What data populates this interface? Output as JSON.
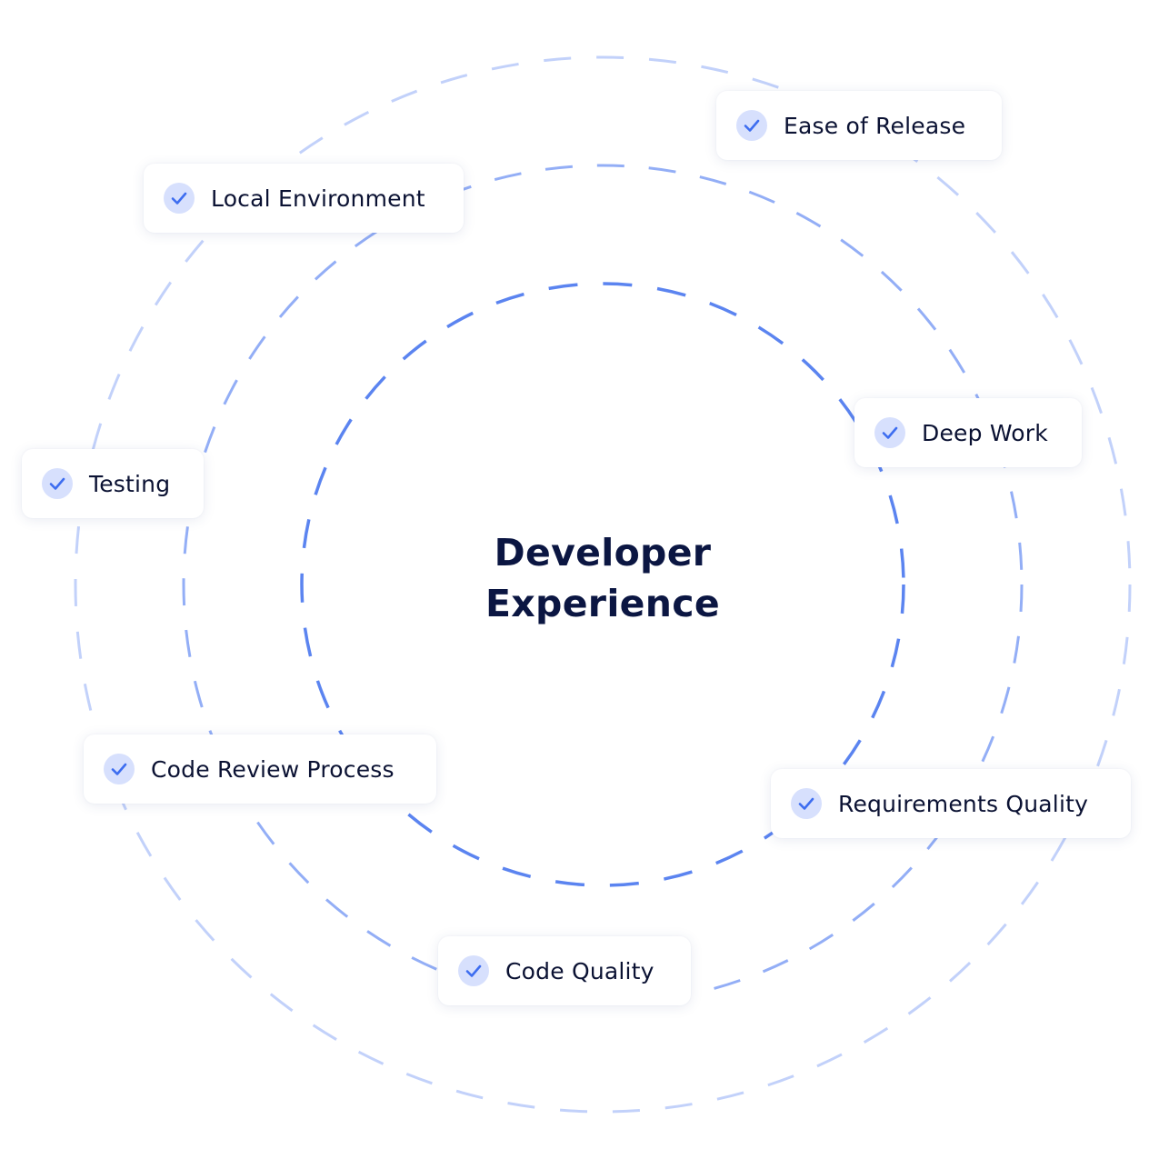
{
  "diagram": {
    "center_title_line1": "Developer",
    "center_title_line2": "Experience",
    "colors": {
      "inner_ring": "#5b84f0",
      "middle_ring": "#93aef6",
      "outer_ring": "#c2d1fa",
      "check_bg": "#d7e0fd",
      "check_mark": "#3d6df0",
      "title": "#0b1642"
    },
    "items": [
      {
        "label": "Ease of Release",
        "icon": "check-icon"
      },
      {
        "label": "Local Environment",
        "icon": "check-icon"
      },
      {
        "label": "Deep Work",
        "icon": "check-icon"
      },
      {
        "label": "Testing",
        "icon": "check-icon"
      },
      {
        "label": "Code Review Process",
        "icon": "check-icon"
      },
      {
        "label": "Requirements Quality",
        "icon": "check-icon"
      },
      {
        "label": "Code Quality",
        "icon": "check-icon"
      }
    ]
  }
}
